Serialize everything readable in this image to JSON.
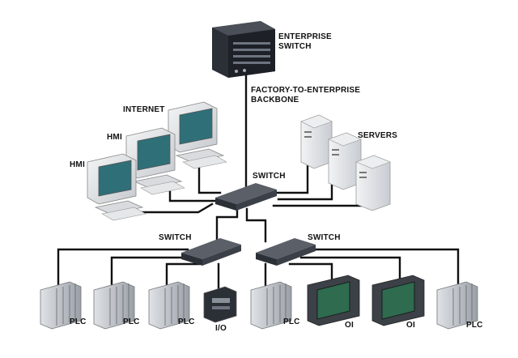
{
  "labels": {
    "enterprise_switch_1": "ENTERPRISE",
    "enterprise_switch_2": "SWITCH",
    "backbone_1": "FACTORY-TO-ENTERPRISE",
    "backbone_2": "BACKBONE",
    "internet": "INTERNET",
    "hmi_1": "HMI",
    "hmi_2": "HMI",
    "servers": "SERVERS",
    "switch_main": "SWITCH",
    "switch_left": "SWITCH",
    "switch_right": "SWITCH",
    "plc_1": "PLC",
    "plc_2": "PLC",
    "plc_3": "PLC",
    "io": "I/O",
    "plc_4": "PLC",
    "oi_1": "OI",
    "oi_2": "OI",
    "plc_5": "PLC"
  },
  "colors": {
    "cable": "#111111",
    "device_dark": "#2b2f36",
    "device_gray": "#c9ccd1",
    "screen": "#2f6f78",
    "oi_screen": "#2e6b4f"
  }
}
